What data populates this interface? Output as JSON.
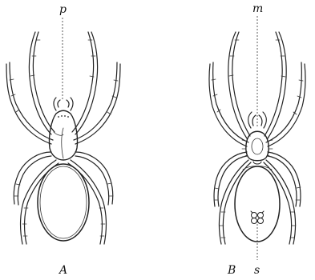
{
  "figure": {
    "panels": [
      {
        "id": "A",
        "label": "A",
        "pointer_labels": [
          "p"
        ]
      },
      {
        "id": "B",
        "label": "B",
        "pointer_labels": [
          "m",
          "s"
        ]
      }
    ]
  },
  "colors": {
    "ink": "#222222",
    "background": "#ffffff"
  }
}
